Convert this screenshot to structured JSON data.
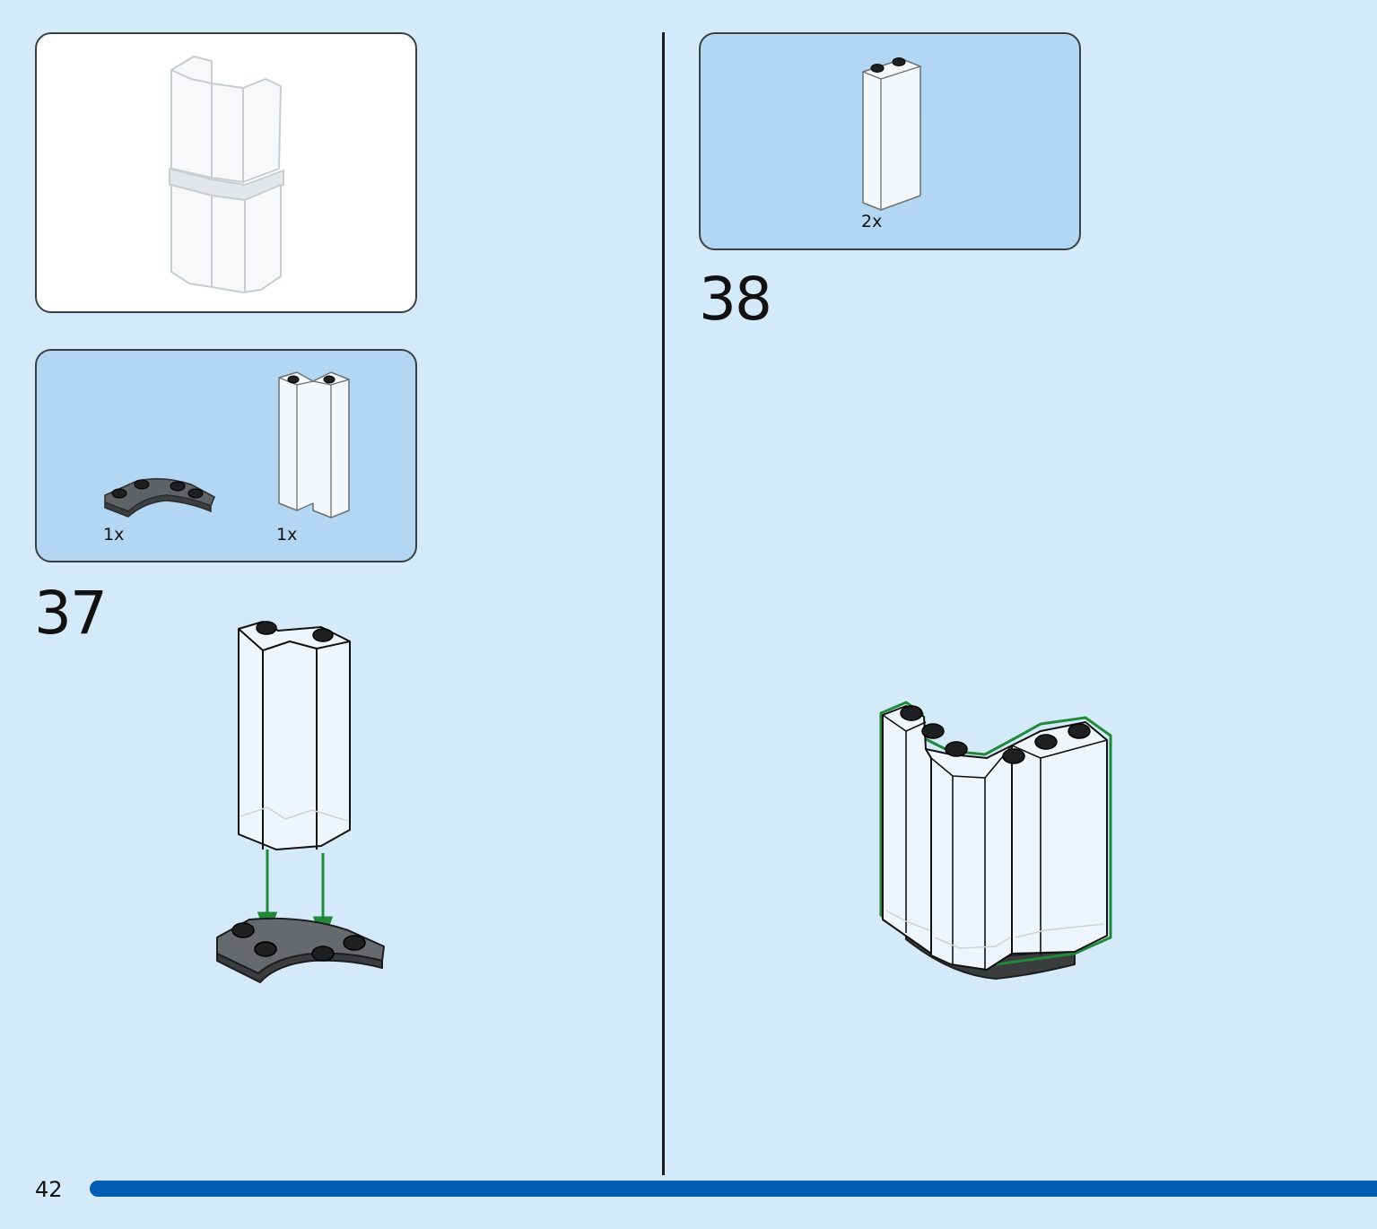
{
  "page": {
    "number": "42",
    "progress": 1.0,
    "accent_color": "#005db2",
    "background_color": "#d4eaf9",
    "parts_panel_color": "#b3d7f3"
  },
  "left": {
    "context_panel": {
      "icon": "assembled-column-preview-icon"
    },
    "parts_panel": {
      "parts": [
        {
          "icon": "dark-gray-curved-plate-icon",
          "qty": "1x"
        },
        {
          "icon": "clear-corner-panel-icon",
          "qty": "1x"
        }
      ]
    },
    "step": {
      "number": "37",
      "icon": "attach-corner-panel-to-plate-icon"
    }
  },
  "right": {
    "parts_panel": {
      "parts": [
        {
          "icon": "clear-tall-panel-icon",
          "qty": "2x"
        }
      ]
    },
    "step": {
      "number": "38",
      "icon": "corner-wall-assembly-icon"
    }
  }
}
